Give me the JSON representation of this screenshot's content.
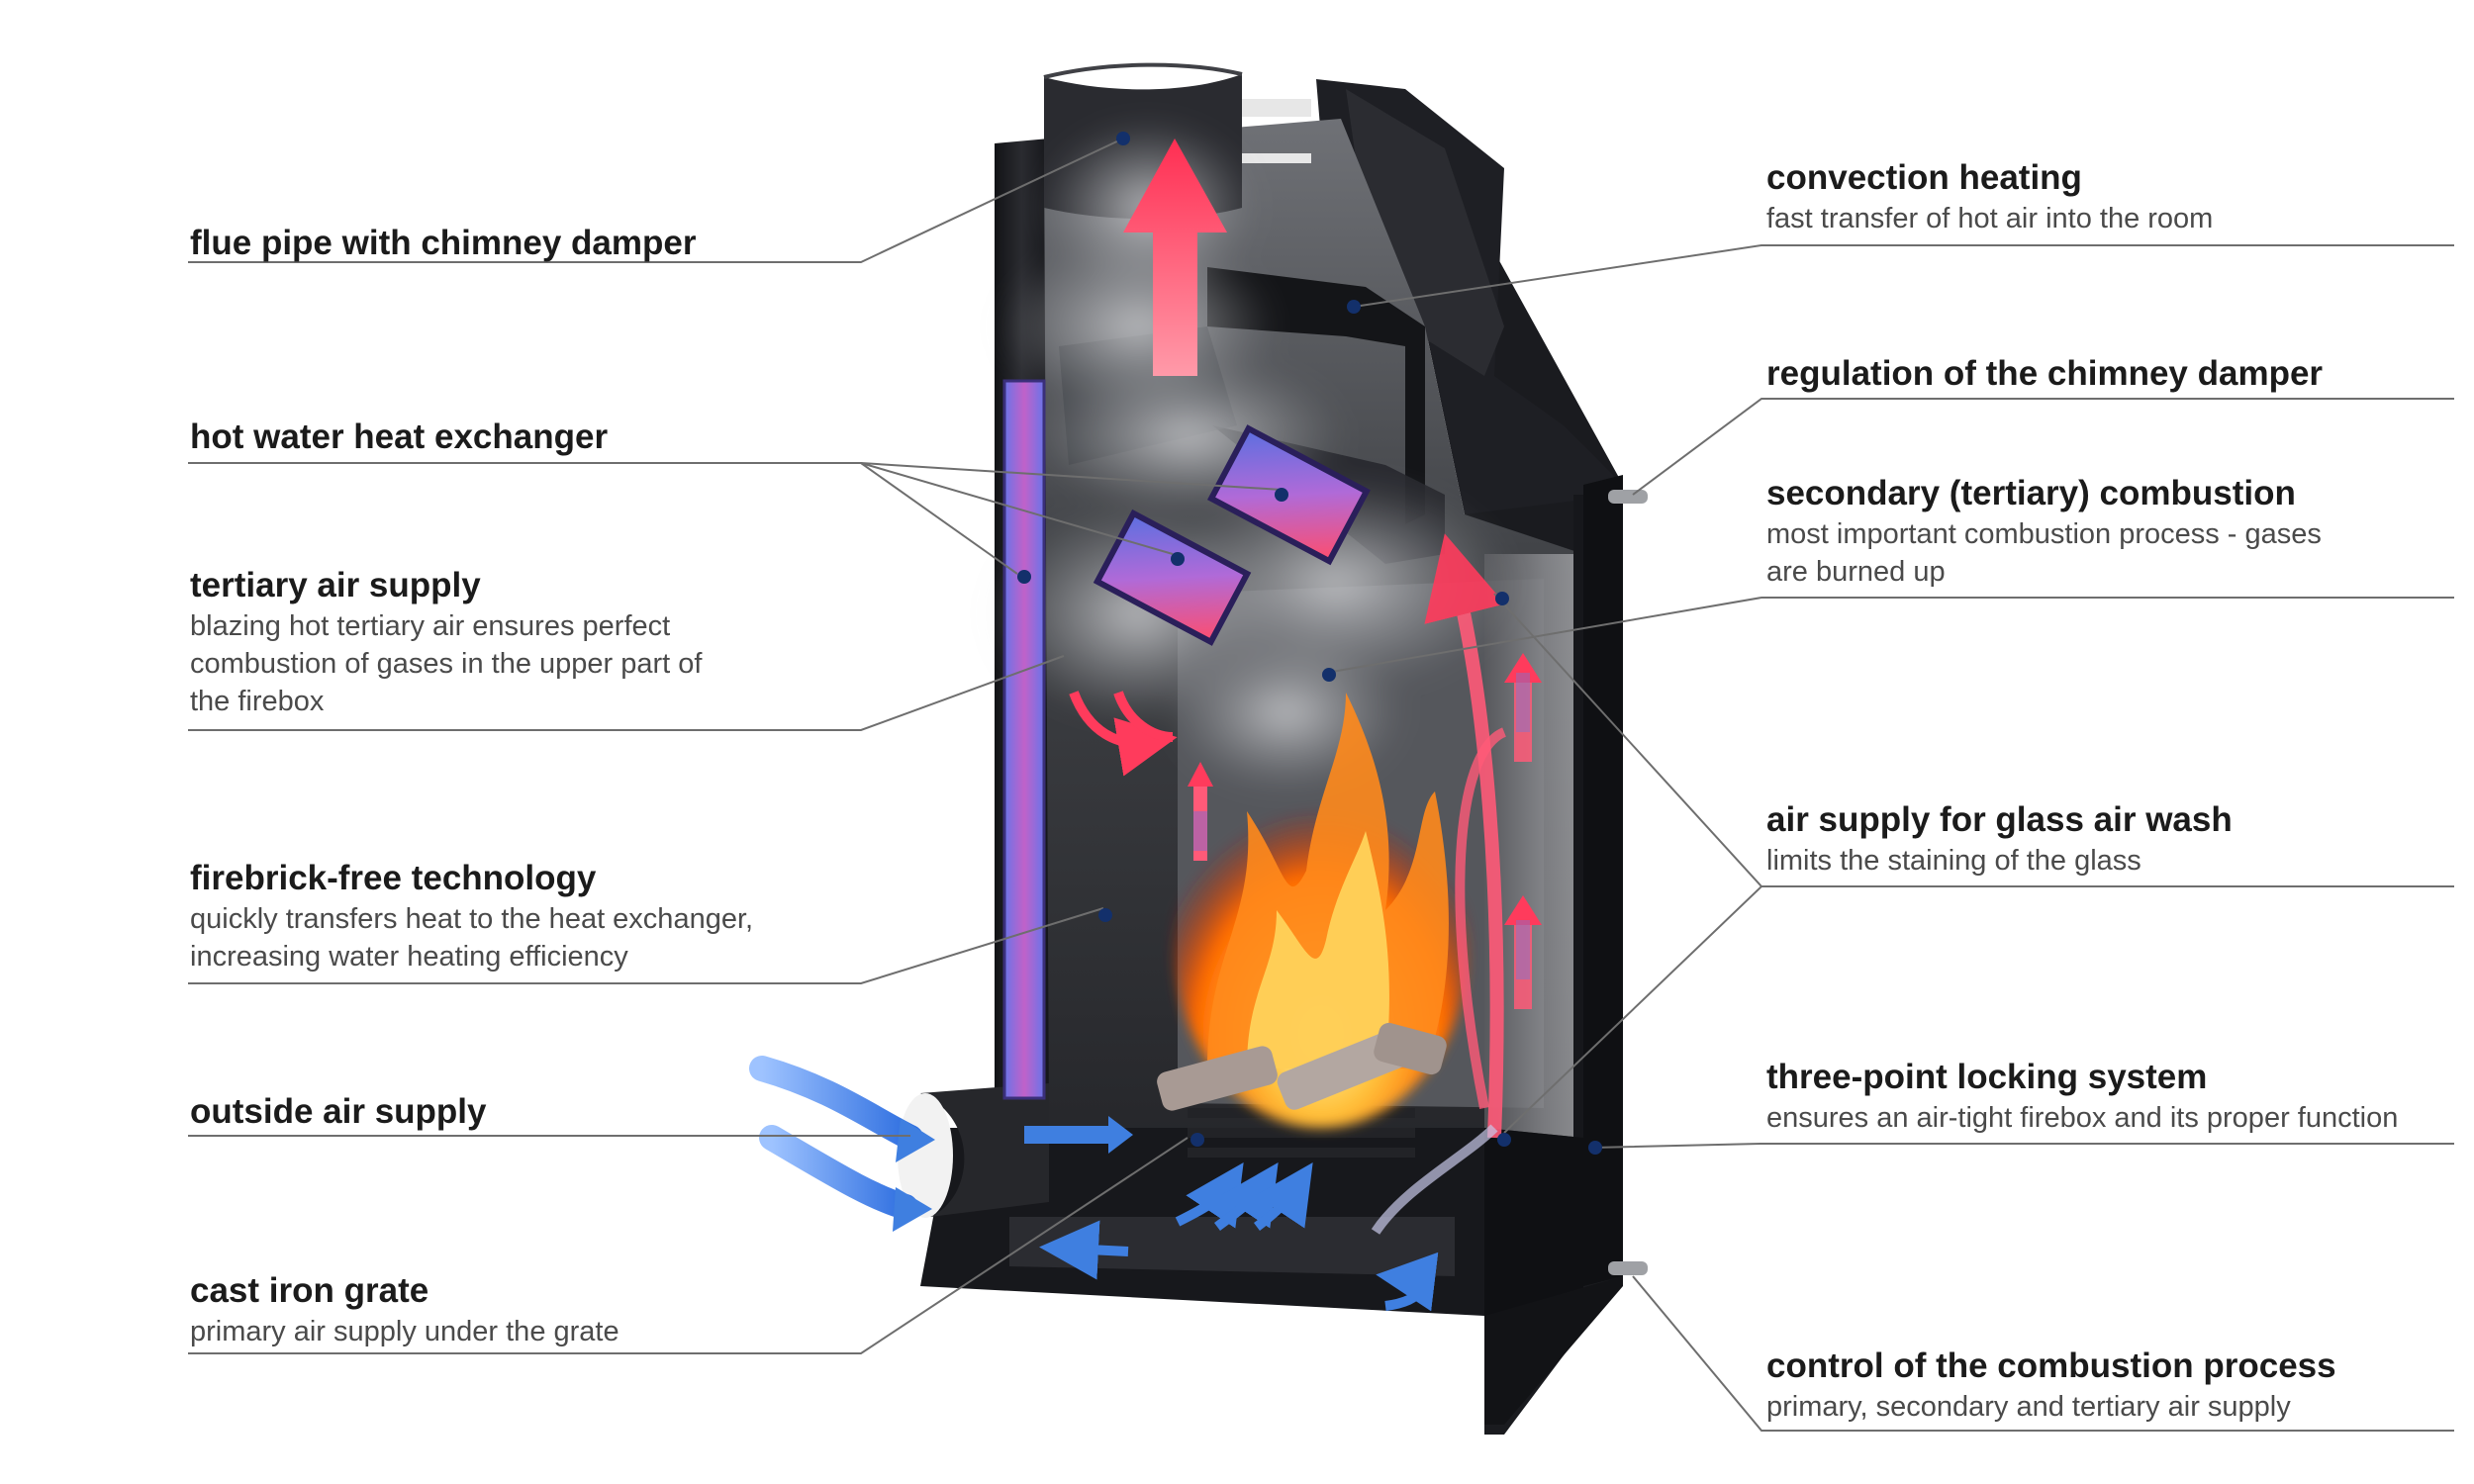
{
  "labels": {
    "flue_pipe": {
      "title": "flue pipe with chimney damper"
    },
    "hot_water": {
      "title": "hot water heat exchanger"
    },
    "tertiary_air": {
      "title": "tertiary air supply",
      "desc": [
        "blazing hot tertiary air ensures perfect",
        "combustion of gases in the upper part of",
        "the firebox"
      ]
    },
    "firebrick_free": {
      "title": "firebrick-free technology",
      "desc": [
        "quickly transfers heat to the heat exchanger,",
        "increasing water heating efficiency"
      ]
    },
    "outside_air": {
      "title": "outside air supply"
    },
    "cast_iron_grate": {
      "title": "cast iron grate",
      "desc": [
        "primary air supply under the grate"
      ]
    },
    "convection": {
      "title": "convection heating",
      "desc": [
        "fast transfer of hot air into the room"
      ]
    },
    "regulation": {
      "title": "regulation of the chimney damper"
    },
    "secondary": {
      "title": "secondary (tertiary) combustion",
      "desc": [
        "most important combustion process - gases",
        "are burned up"
      ]
    },
    "glass_wash": {
      "title": "air supply for glass air wash",
      "desc": [
        "limits the staining of the glass"
      ]
    },
    "locking": {
      "title": "three-point locking system",
      "desc": [
        "ensures an air-tight firebox and its proper function"
      ]
    },
    "control": {
      "title": "control of the combustion process",
      "desc": [
        "primary, secondary and tertiary air supply"
      ]
    }
  },
  "colors": {
    "text_title": "#1b1b1b",
    "text_desc": "#4a4a4a",
    "leader_line": "#6e6e6e",
    "marker_dot": "#13306b",
    "hot_air": "#ff3b5c",
    "cold_air": "#3f7fe0",
    "stove_body": "#1c1d21",
    "flame": "#ff8a1c"
  }
}
